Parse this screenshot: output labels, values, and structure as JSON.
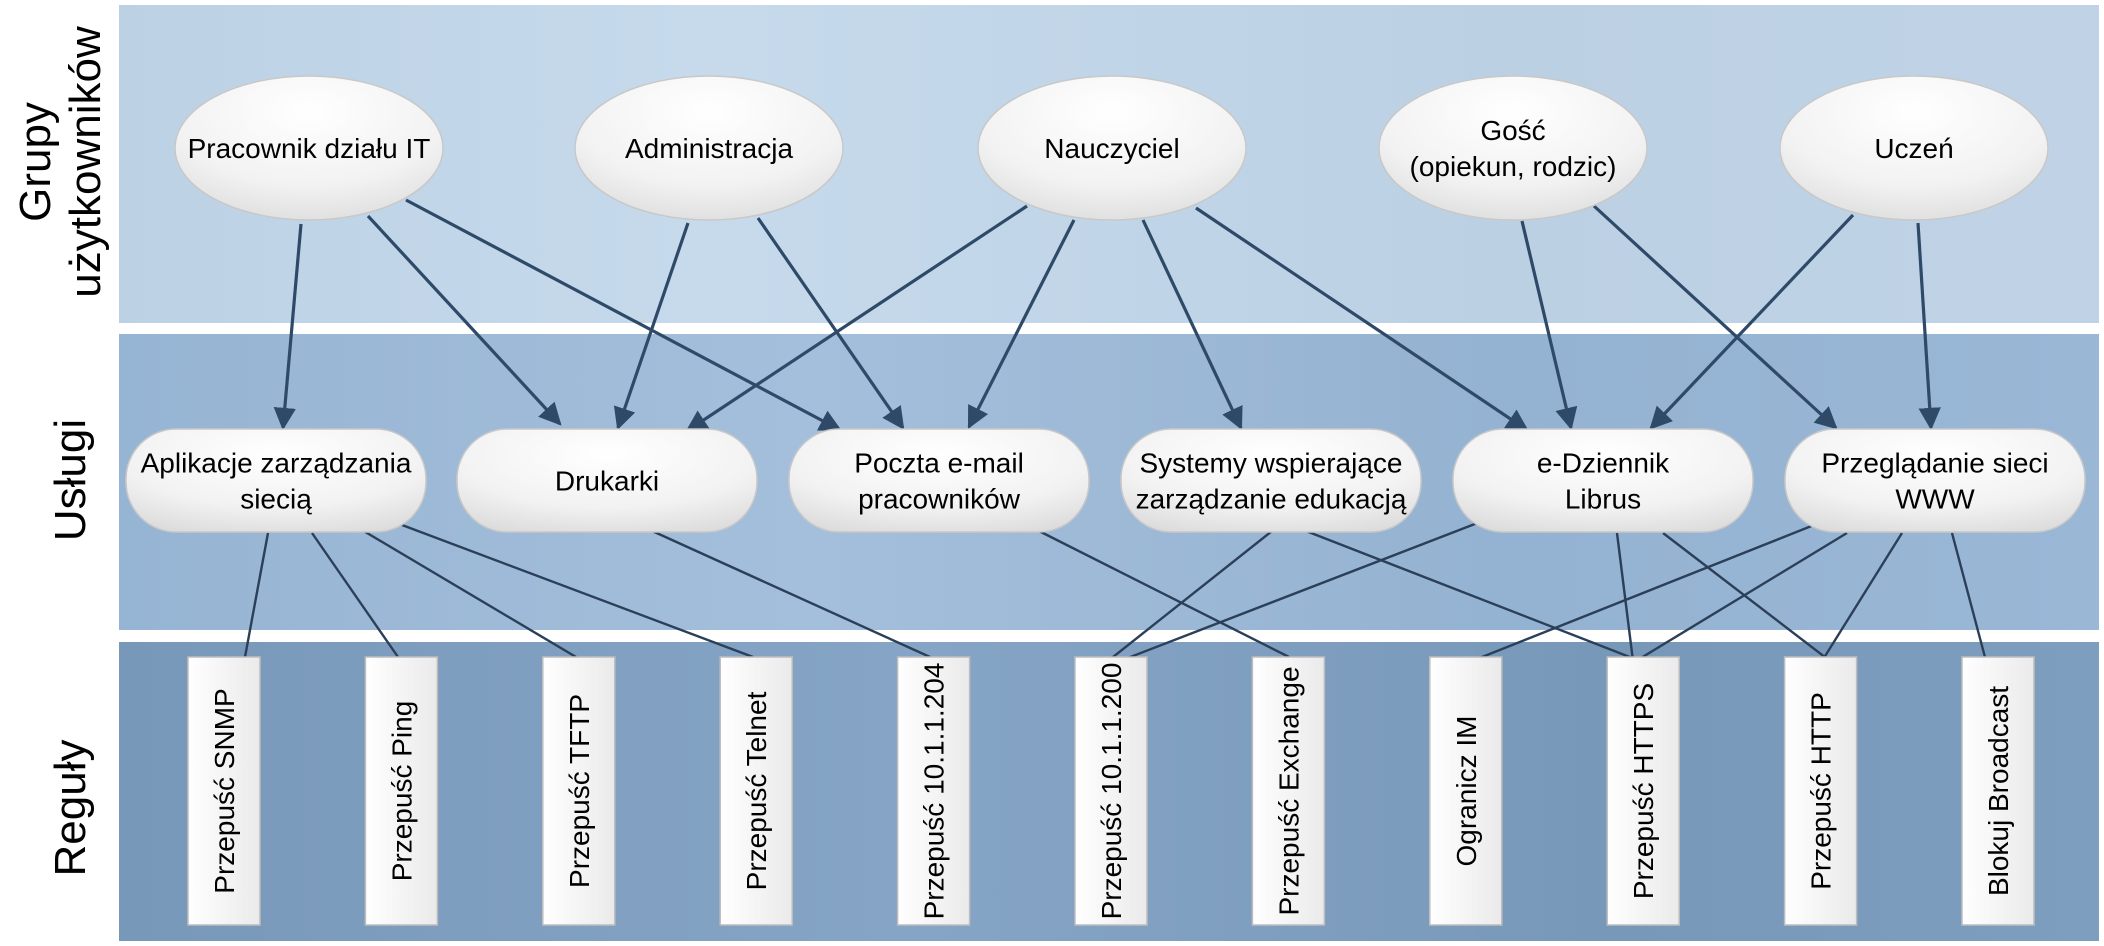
{
  "bands": [
    {
      "id": "groups",
      "label_lines": [
        "Grupy",
        "użytkowników"
      ]
    },
    {
      "id": "services",
      "label_lines": [
        "Usługi"
      ]
    },
    {
      "id": "rules",
      "label_lines": [
        "Reguły"
      ]
    }
  ],
  "groups": [
    {
      "id": "it",
      "lines": [
        "Pracownik działu IT"
      ]
    },
    {
      "id": "admin",
      "lines": [
        "Administracja"
      ]
    },
    {
      "id": "teacher",
      "lines": [
        "Nauczyciel"
      ]
    },
    {
      "id": "guest",
      "lines": [
        "Gość",
        "(opiekun, rodzic)"
      ]
    },
    {
      "id": "student",
      "lines": [
        "Uczeń"
      ]
    }
  ],
  "services": [
    {
      "id": "netmgmt",
      "lines": [
        "Aplikacje zarządzania",
        "siecią"
      ]
    },
    {
      "id": "printers",
      "lines": [
        "Drukarki"
      ]
    },
    {
      "id": "email",
      "lines": [
        "Poczta e-mail",
        "pracowników"
      ]
    },
    {
      "id": "edu",
      "lines": [
        "Systemy wspierające",
        "zarządzanie edukacją"
      ]
    },
    {
      "id": "librus",
      "lines": [
        "e-Dziennik",
        "Librus"
      ]
    },
    {
      "id": "www",
      "lines": [
        "Przeglądanie sieci",
        "WWW"
      ]
    }
  ],
  "rules": [
    {
      "id": "snmp",
      "label": "Przepuść SNMP"
    },
    {
      "id": "ping",
      "label": "Przepuść Ping"
    },
    {
      "id": "tftp",
      "label": "Przepuść TFTP"
    },
    {
      "id": "telnet",
      "label": "Przepuść Telnet"
    },
    {
      "id": "ip204",
      "label": "Przepuść 10.1.1.204"
    },
    {
      "id": "ip200",
      "label": "Przepuść 10.1.1.200"
    },
    {
      "id": "exchange",
      "label": "Przepuść Exchange"
    },
    {
      "id": "im",
      "label": "Ogranicz IM"
    },
    {
      "id": "https",
      "label": "Przepuść HTTPS"
    },
    {
      "id": "http",
      "label": "Przepuść HTTP"
    },
    {
      "id": "broadcast",
      "label": "Blokuj Broadcast"
    }
  ],
  "group_to_service": [
    [
      "it",
      "netmgmt"
    ],
    [
      "it",
      "printers"
    ],
    [
      "it",
      "email"
    ],
    [
      "admin",
      "printers"
    ],
    [
      "admin",
      "email"
    ],
    [
      "teacher",
      "printers"
    ],
    [
      "teacher",
      "email"
    ],
    [
      "teacher",
      "edu"
    ],
    [
      "teacher",
      "librus"
    ],
    [
      "guest",
      "librus"
    ],
    [
      "guest",
      "www"
    ],
    [
      "student",
      "librus"
    ],
    [
      "student",
      "www"
    ]
  ],
  "service_to_rule": [
    [
      "netmgmt",
      "snmp"
    ],
    [
      "netmgmt",
      "ping"
    ],
    [
      "netmgmt",
      "tftp"
    ],
    [
      "netmgmt",
      "telnet"
    ],
    [
      "printers",
      "ip204"
    ],
    [
      "email",
      "exchange"
    ],
    [
      "edu",
      "ip200"
    ],
    [
      "edu",
      "https"
    ],
    [
      "librus",
      "ip200"
    ],
    [
      "librus",
      "https"
    ],
    [
      "librus",
      "http"
    ],
    [
      "www",
      "im"
    ],
    [
      "www",
      "https"
    ],
    [
      "www",
      "http"
    ],
    [
      "www",
      "broadcast"
    ]
  ],
  "colors": {
    "band_groups": "#c3d6e8",
    "band_services": "#9ebad6",
    "band_rules": "#7e9fbf",
    "edge": "#2e4a68",
    "node_fill": "#f4f4f4"
  }
}
